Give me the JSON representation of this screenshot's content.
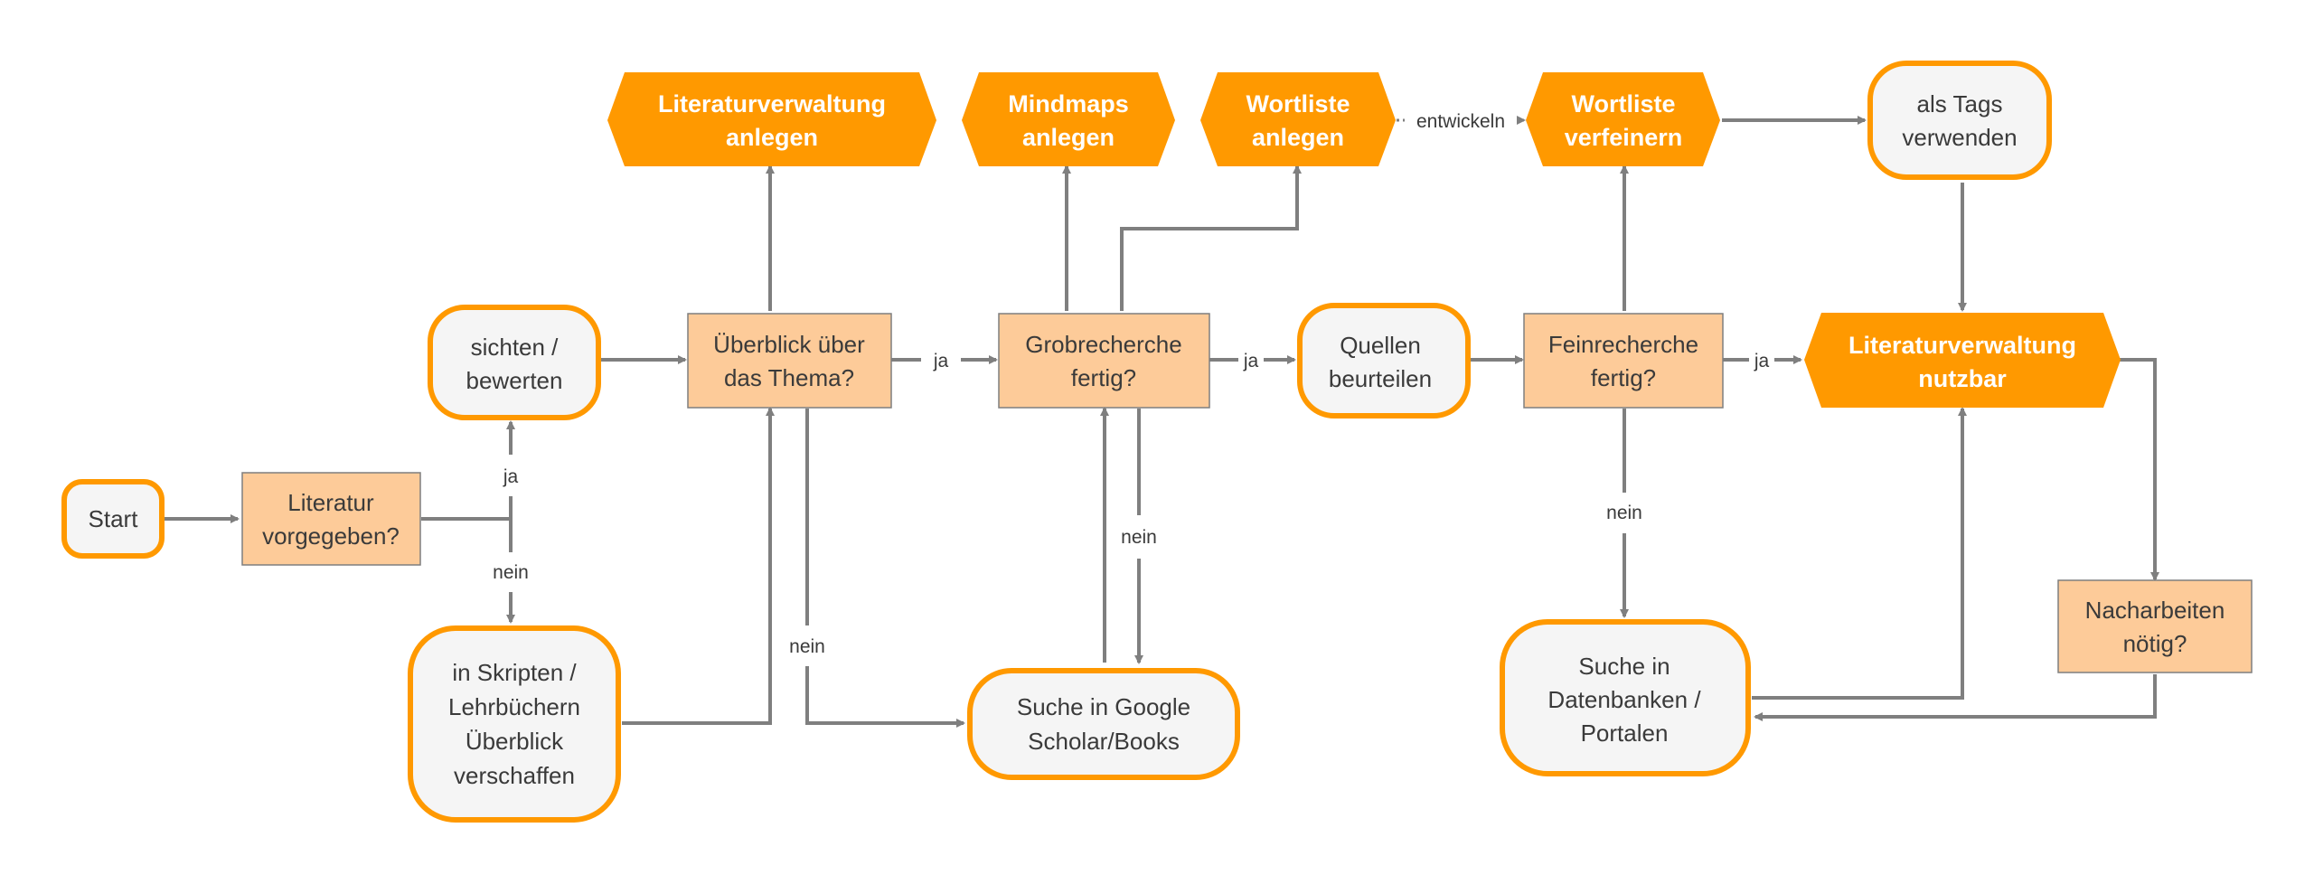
{
  "colors": {
    "accent_orange": "#ff9900",
    "decision_fill": "#fdcb99",
    "process_fill": "#f5f5f5",
    "connector": "#7f7f7f",
    "text": "#3a3a3a"
  },
  "nodes": {
    "start": {
      "lines": [
        "Start"
      ]
    },
    "literatur_vorgegeben": {
      "lines": [
        "Literatur",
        "vorgegeben?"
      ]
    },
    "sichten_bewerten": {
      "lines": [
        "sichten /",
        "bewerten"
      ]
    },
    "skripten_ueberblick": {
      "lines": [
        "in Skripten /",
        "Lehrbüchern",
        "Überblick",
        "verschaffen"
      ]
    },
    "ueberblick_thema": {
      "lines": [
        "Überblick über",
        "das Thema?"
      ]
    },
    "literaturverwaltung_anlegen": {
      "lines": [
        "Literaturverwaltung",
        "anlegen"
      ]
    },
    "mindmaps_anlegen": {
      "lines": [
        "Mindmaps",
        "anlegen"
      ]
    },
    "wortliste_anlegen": {
      "lines": [
        "Wortliste",
        "anlegen"
      ]
    },
    "grobrecherche": {
      "lines": [
        "Grobrecherche",
        "fertig?"
      ]
    },
    "suche_google": {
      "lines": [
        "Suche in Google",
        "Scholar/Books"
      ]
    },
    "quellen_beurteilen": {
      "lines": [
        "Quellen",
        "beurteilen"
      ]
    },
    "wortliste_verfeinern": {
      "lines": [
        "Wortliste",
        "verfeinern"
      ]
    },
    "feinrecherche": {
      "lines": [
        "Feinrecherche",
        "fertig?"
      ]
    },
    "suche_datenbanken": {
      "lines": [
        "Suche in",
        "Datenbanken /",
        "Portalen"
      ]
    },
    "als_tags": {
      "lines": [
        "als Tags",
        "verwenden"
      ]
    },
    "literaturverwaltung_nutzbar": {
      "lines": [
        "Literaturverwaltung",
        "nutzbar"
      ]
    },
    "nacharbeiten": {
      "lines": [
        "Nacharbeiten",
        "nötig?"
      ]
    }
  },
  "edge_labels": {
    "ja_1": "ja",
    "nein_1": "nein",
    "ja_2": "ja",
    "nein_2": "nein",
    "ja_3": "ja",
    "nein_3": "nein",
    "ja_4": "ja",
    "nein_4": "nein",
    "entwickeln": "entwickeln"
  }
}
